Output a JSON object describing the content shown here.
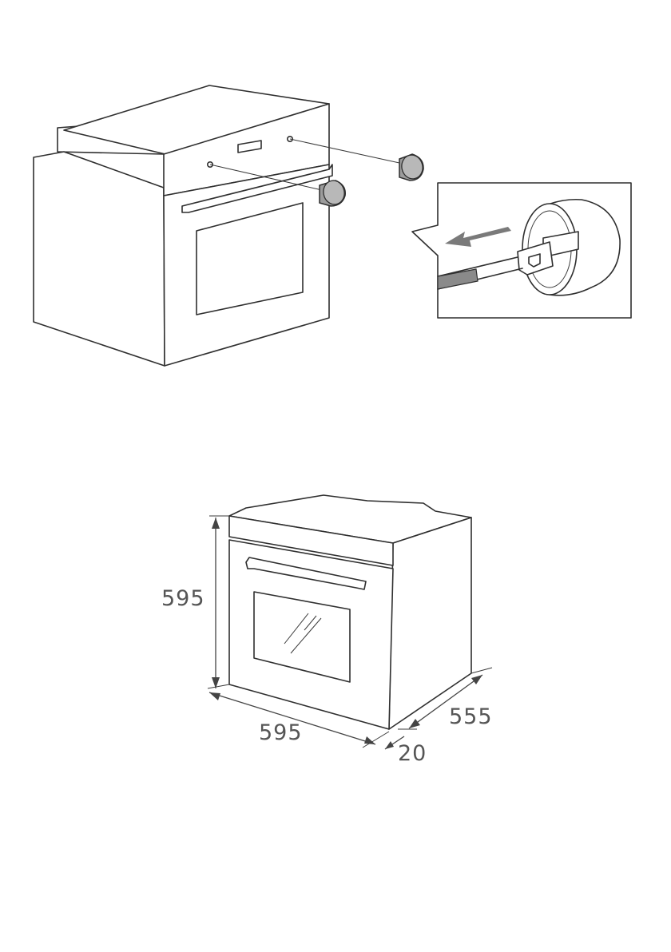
{
  "dimensions": {
    "height_label": "595",
    "width_label": "595",
    "depth_label": "555",
    "offset_label": "20"
  },
  "colors": {
    "line": "#2f2f2f",
    "knob_fill": "#9c9c9c",
    "arrow_fill": "#7a7a7a",
    "dimension_text": "#555555"
  }
}
